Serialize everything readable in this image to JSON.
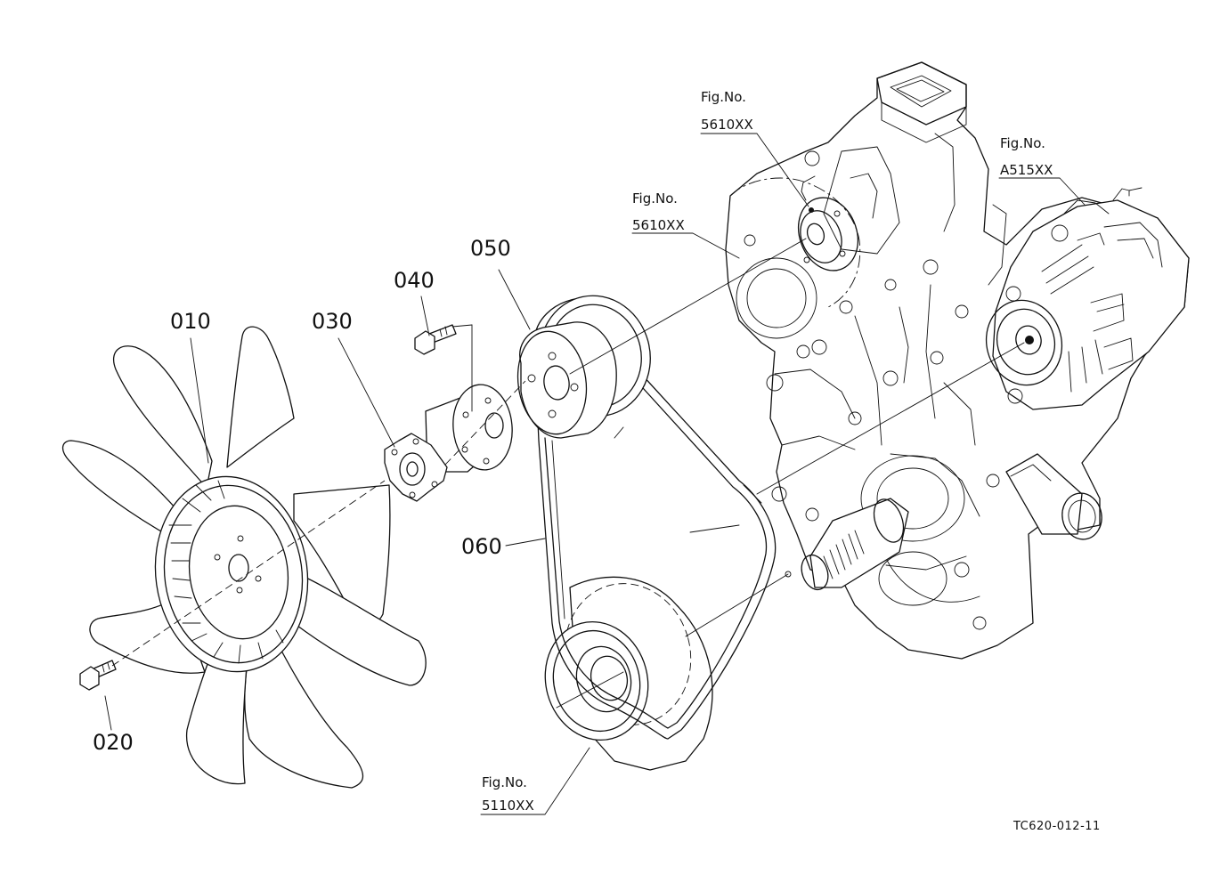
{
  "parts": {
    "p010": "010",
    "p020": "020",
    "p030": "030",
    "p040": "040",
    "p050": "050",
    "p060": "060"
  },
  "figure_refs": {
    "water_pump_top": {
      "caption": "Fig.No.",
      "number": "5610XX"
    },
    "water_pump_mid": {
      "caption": "Fig.No.",
      "number": "5610XX"
    },
    "alternator": {
      "caption": "Fig.No.",
      "number": "A515XX"
    },
    "crank_pulley": {
      "caption": "Fig.No.",
      "number": "5110XX"
    }
  },
  "drawing_code": "TC620-012-11"
}
